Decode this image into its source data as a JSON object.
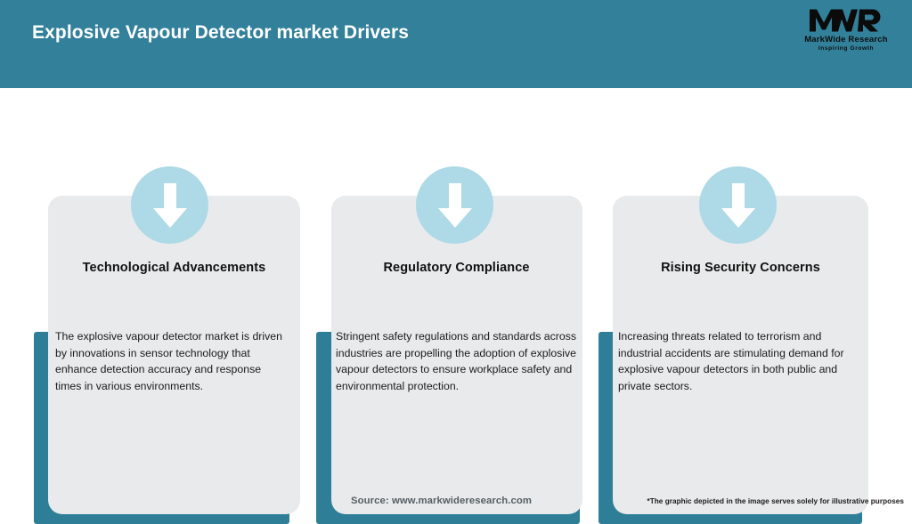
{
  "header": {
    "title": "Explosive Vapour Detector market Drivers",
    "background_color": "#32809a",
    "title_color": "#ffffff"
  },
  "logo": {
    "mark_text": "MWR",
    "name": "MarkWide Research",
    "tagline": "Inspiring Growth"
  },
  "theme": {
    "accent_teal": "#2e7e97",
    "card_grey": "#e8eaeb",
    "circle_blue": "#aed9e7",
    "arrow_white": "#ffffff",
    "page_background": "#ffffff"
  },
  "cards": [
    {
      "icon": "arrow-down-icon",
      "heading": "Technological Advancements",
      "body": "The explosive vapour detector market is driven by innovations in sensor technology that enhance detection accuracy and response times in various environments."
    },
    {
      "icon": "arrow-down-icon",
      "heading": "Regulatory Compliance",
      "body": "Stringent safety regulations and standards across industries are propelling the adoption of explosive vapour detectors to ensure workplace safety and environmental protection."
    },
    {
      "icon": "arrow-down-icon",
      "heading": "Rising Security Concerns",
      "body": "Increasing threats related to terrorism and industrial accidents are stimulating demand for explosive vapour detectors in both public and private sectors."
    }
  ],
  "footer": {
    "source": "Source: www.markwideresearch.com",
    "disclaimer": "*The graphic depicted in the image serves solely for illustrative purposes"
  }
}
